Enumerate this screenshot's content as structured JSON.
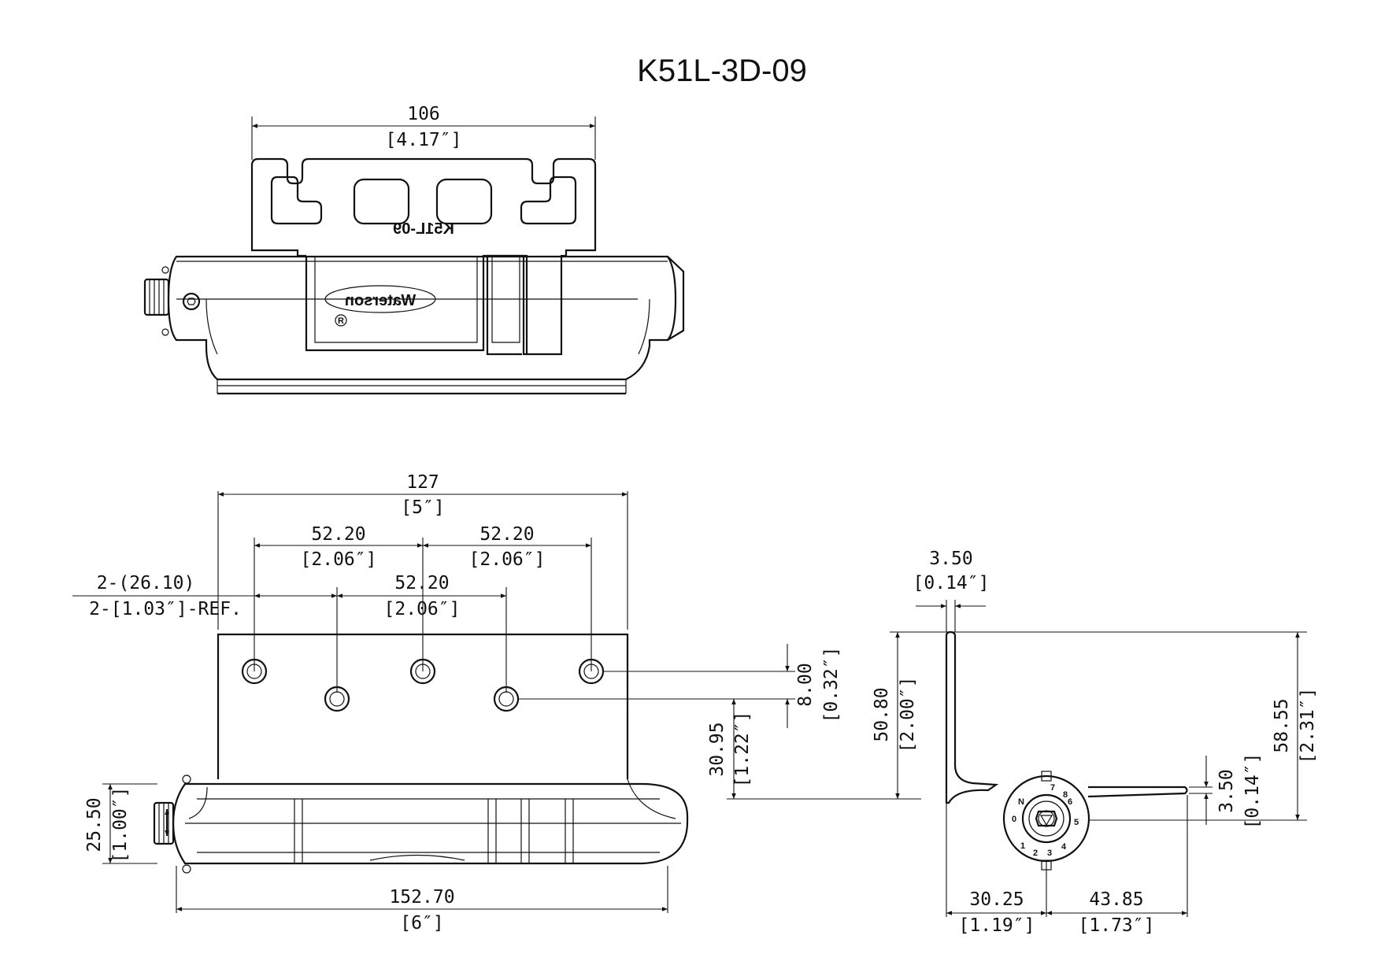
{
  "title": "K51L-3D-09",
  "stamp": {
    "part": "K51L-09",
    "brand": "Waterson",
    "registered": "R"
  },
  "dial_marks": [
    "0",
    "1",
    "2",
    "3",
    "4",
    "5",
    "6",
    "7",
    "8",
    "N"
  ],
  "top_view": {
    "width": {
      "mm": "106",
      "in": "[4.17″]"
    }
  },
  "front_view": {
    "leaf_width": {
      "mm": "127",
      "in": "[5″]"
    },
    "hole_pitch_left": {
      "mm": "52.20",
      "in": "[2.06″]"
    },
    "hole_pitch_right": {
      "mm": "52.20",
      "in": "[2.06″]"
    },
    "hole_pitch_lower": {
      "mm": "52.20",
      "in": "[2.06″]"
    },
    "ref_offset": {
      "mm": "2-(26.10)",
      "in": "2-[1.03″]-REF."
    },
    "hole_offset": {
      "mm": "8.00",
      "in": "[0.32″]"
    },
    "hole_height": {
      "mm": "30.95",
      "in": "[1.22″]"
    },
    "barrel_diameter": {
      "mm": "25.50",
      "in": "[1.00″]"
    },
    "overall_length": {
      "mm": "152.70",
      "in": "[6″]"
    }
  },
  "side_view": {
    "thickness": {
      "mm": "3.50",
      "in": "[0.14″]"
    },
    "leaf_height": {
      "mm": "50.80",
      "in": "[2.00″]"
    },
    "overall_height": {
      "mm": "58.55",
      "in": "[2.31″]"
    },
    "lower_thickness": {
      "mm": "3.50",
      "in": "[0.14″]"
    },
    "left_offset": {
      "mm": "30.25",
      "in": "[1.19″]"
    },
    "right_offset": {
      "mm": "43.85",
      "in": "[1.73″]"
    }
  }
}
